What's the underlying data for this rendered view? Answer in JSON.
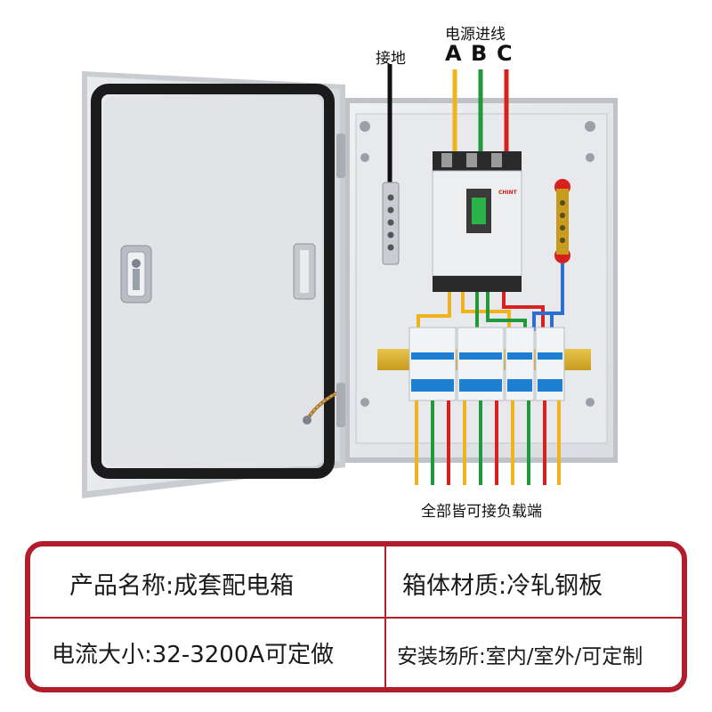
{
  "diagram": {
    "power_in_label": "电源进线",
    "phase_a": "A",
    "phase_b": "B",
    "phase_c": "C",
    "ground_label": "接地",
    "load_label": "全部皆可接负载端",
    "breaker_brand": "CHINT"
  },
  "specs": {
    "product_name": "产品名称:成套配电箱",
    "material": "箱体材质:冷轧钢板",
    "current": "电流大小:32-3200A可定做",
    "installation": "安装场所:室内/室外/可定制"
  },
  "colors": {
    "phase_a": "#f2b21b",
    "phase_b": "#1e9a3c",
    "phase_c": "#d8201f",
    "ground_wire": "#111111",
    "neutral_wire": "#2d6fd1",
    "border_accent": "#b11d2a"
  }
}
